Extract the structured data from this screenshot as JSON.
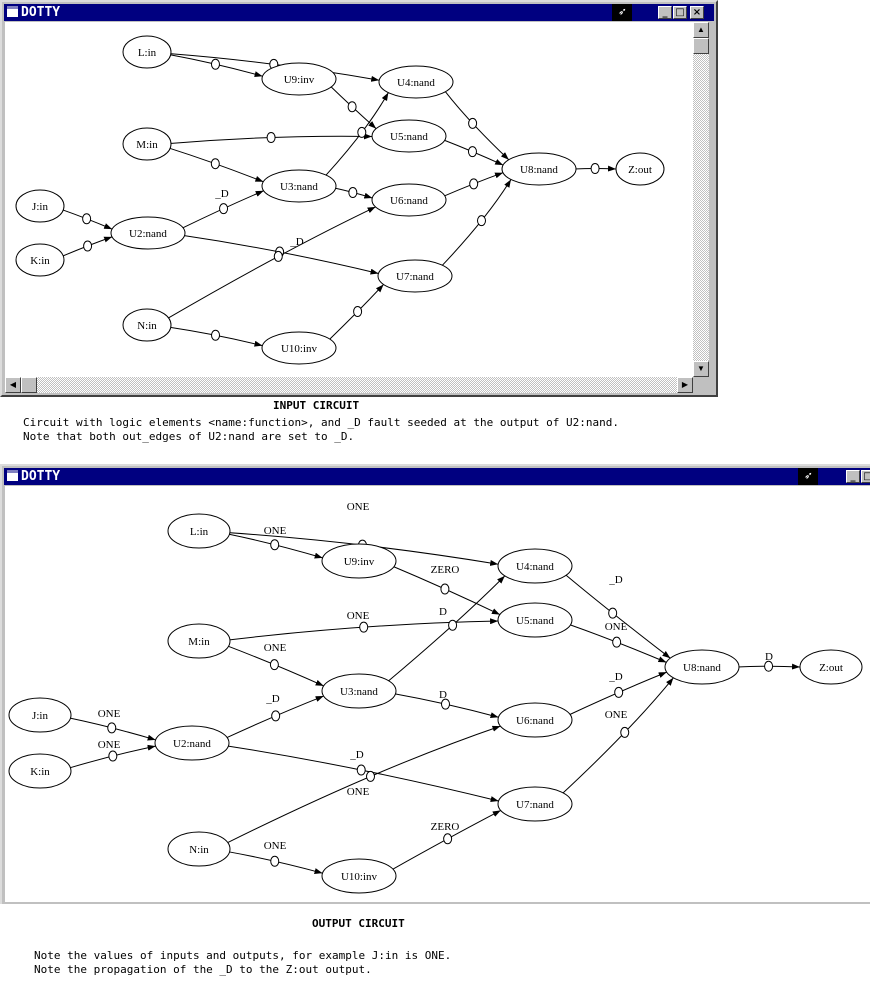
{
  "window1": {
    "title": "DOTTY"
  },
  "window2": {
    "title": "DOTTY"
  },
  "caption1": {
    "heading": "INPUT CIRCUIT",
    "line1": "Circuit with logic elements <name:function>, and _D fault seeded at the output of U2:nand.",
    "line2": "Note that both out_edges of U2:nand are set to _D."
  },
  "caption2": {
    "heading": "OUTPUT CIRCUIT",
    "line1": "Note the values of inputs and outputs, for example J:in is ONE.",
    "line2": "Note the propagation of the _D to the Z:out output."
  },
  "nodes": {
    "L": "L:in",
    "U9": "U9:inv",
    "U4": "U4:nand",
    "M": "M:in",
    "U5": "U5:nand",
    "U3": "U3:nand",
    "U8": "U8:nand",
    "Z": "Z:out",
    "J": "J:in",
    "U2": "U2:nand",
    "U6": "U6:nand",
    "K": "K:in",
    "U7": "U7:nand",
    "N": "N:in",
    "U10": "U10:inv"
  },
  "graph1": {
    "edges": [
      {
        "from": "L",
        "to": "U4",
        "label": ""
      },
      {
        "from": "L",
        "to": "U9",
        "label": ""
      },
      {
        "from": "U9",
        "to": "U5",
        "label": ""
      },
      {
        "from": "M",
        "to": "U5",
        "label": ""
      },
      {
        "from": "M",
        "to": "U3",
        "label": ""
      },
      {
        "from": "U3",
        "to": "U4",
        "label": ""
      },
      {
        "from": "U3",
        "to": "U6",
        "label": ""
      },
      {
        "from": "J",
        "to": "U2",
        "label": ""
      },
      {
        "from": "K",
        "to": "U2",
        "label": ""
      },
      {
        "from": "U2",
        "to": "U3",
        "label": "_D"
      },
      {
        "from": "U2",
        "to": "U7",
        "label": "_D"
      },
      {
        "from": "U4",
        "to": "U8",
        "label": ""
      },
      {
        "from": "U5",
        "to": "U8",
        "label": ""
      },
      {
        "from": "U6",
        "to": "U8",
        "label": ""
      },
      {
        "from": "U7",
        "to": "U8",
        "label": ""
      },
      {
        "from": "U8",
        "to": "Z",
        "label": ""
      },
      {
        "from": "N",
        "to": "U6",
        "label": ""
      },
      {
        "from": "N",
        "to": "U10",
        "label": ""
      },
      {
        "from": "U10",
        "to": "U7",
        "label": ""
      }
    ]
  },
  "graph2": {
    "edges": [
      {
        "from": "L",
        "to": "U4",
        "label": "ONE"
      },
      {
        "from": "L",
        "to": "U9",
        "label": "ONE"
      },
      {
        "from": "U9",
        "to": "U5",
        "label": "ZERO"
      },
      {
        "from": "M",
        "to": "U5",
        "label": "ONE"
      },
      {
        "from": "M",
        "to": "U3",
        "label": "ONE"
      },
      {
        "from": "U3",
        "to": "U4",
        "label": "D"
      },
      {
        "from": "U3",
        "to": "U6",
        "label": "D"
      },
      {
        "from": "J",
        "to": "U2",
        "label": "ONE"
      },
      {
        "from": "K",
        "to": "U2",
        "label": "ONE"
      },
      {
        "from": "U2",
        "to": "U3",
        "label": "_D"
      },
      {
        "from": "U2",
        "to": "U7",
        "label": "_D"
      },
      {
        "from": "U4",
        "to": "U8",
        "label": "_D"
      },
      {
        "from": "U5",
        "to": "U8",
        "label": "ONE"
      },
      {
        "from": "U6",
        "to": "U8",
        "label": "_D"
      },
      {
        "from": "U7",
        "to": "U8",
        "label": "ONE"
      },
      {
        "from": "U8",
        "to": "Z",
        "label": "D"
      },
      {
        "from": "N",
        "to": "U6",
        "label": "ONE"
      },
      {
        "from": "N",
        "to": "U10",
        "label": "ONE"
      },
      {
        "from": "U10",
        "to": "U7",
        "label": "ZERO"
      }
    ]
  }
}
